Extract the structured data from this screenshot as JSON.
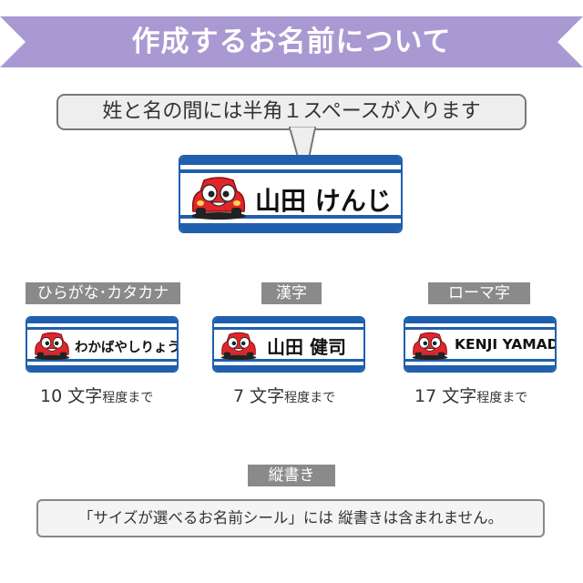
{
  "header": {
    "title": "作成するお名前について"
  },
  "bubble": {
    "text": "姓と名の間には半角１スペースが入ります"
  },
  "main_label": {
    "name": "山田 けんじ"
  },
  "categories": [
    {
      "tag": "ひらがな･カタカナ",
      "sample": "わかばやしりょうすけ",
      "limit_num": "10",
      "limit_word": "文字",
      "limit_suffix": "程度まで"
    },
    {
      "tag": "漢字",
      "sample": "山田 健司",
      "limit_num": "7",
      "limit_word": "文字",
      "limit_suffix": "程度まで"
    },
    {
      "tag": "ローマ字",
      "sample": "KENJI YAMADA",
      "limit_num": "17",
      "limit_word": "文字",
      "limit_suffix": "程度まで"
    }
  ],
  "vertical": {
    "tag": "縦書き",
    "note": "「サイズが選べるお名前シール」には 縦書きは含まれません。"
  },
  "colors": {
    "ribbon": "#a999d2",
    "stripe": "#1f5fae",
    "car": "#e0262a",
    "tag": "#8a8a8a"
  }
}
